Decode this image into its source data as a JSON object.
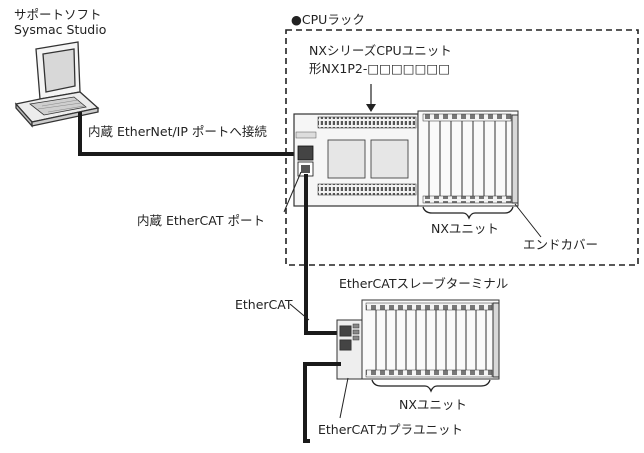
{
  "software": {
    "line1": "サポートソフト",
    "line2": "Sysmac Studio"
  },
  "rack": {
    "title": "●CPUラック"
  },
  "cpu_unit": {
    "line1": "NXシリーズCPUユニット",
    "line2": "形NX1P2-□□□□□□□"
  },
  "labels": {
    "ethernet_port": "内蔵 EtherNet/IP ポートへ接続",
    "ethercat_port": "内蔵 EtherCAT ポート",
    "nx_units_cpu": "NXユニット",
    "end_cover": "エンドカバー",
    "ethercat_cable": "EtherCAT",
    "slave_terminal": "EtherCATスレーブターミナル",
    "nx_units_slave": "NXユニット",
    "coupler_unit": "EtherCATカプラユニット"
  }
}
